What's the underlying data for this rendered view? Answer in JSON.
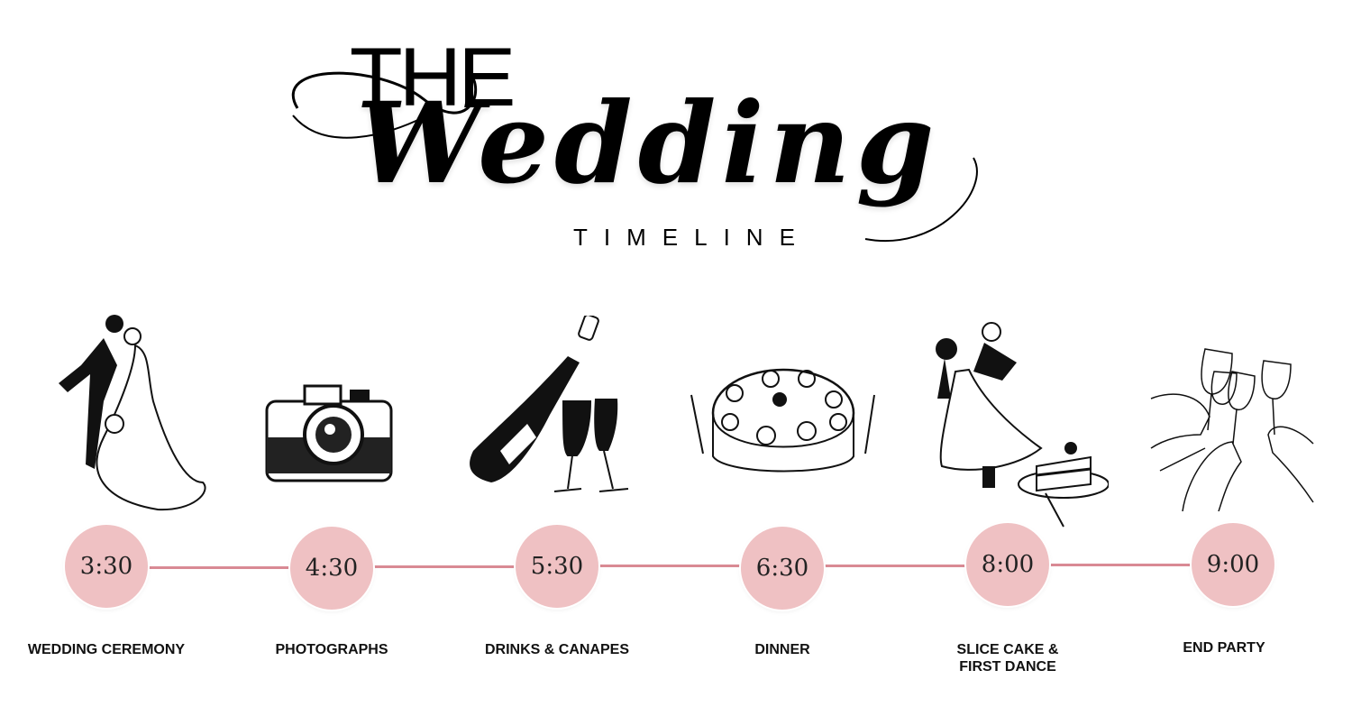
{
  "title": {
    "the": "THE",
    "wedding": "Wedding",
    "subtitle": "TIMELINE"
  },
  "accent_color": "#d98a94",
  "circle_color": "#efc1c3",
  "events": [
    {
      "time": "3:30",
      "label": "WEDDING CEREMONY",
      "icon": "bride-groom-kiss-icon"
    },
    {
      "time": "4:30",
      "label": "PHOTOGRAPHS",
      "icon": "camera-icon"
    },
    {
      "time": "5:30",
      "label": "DRINKS & CANAPES",
      "icon": "champagne-icon"
    },
    {
      "time": "6:30",
      "label": "DINNER",
      "icon": "dinner-table-icon"
    },
    {
      "time": "8:00",
      "label": "SLICE CAKE &\nFIRST DANCE",
      "icon": "dance-cake-icon"
    },
    {
      "time": "9:00",
      "label": "END PARTY",
      "icon": "toast-glasses-icon"
    }
  ]
}
